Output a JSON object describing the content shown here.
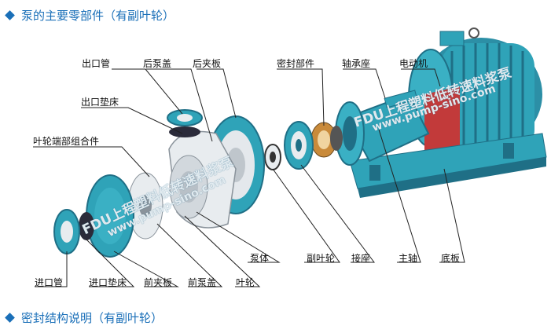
{
  "headings": {
    "parts_title": "泵的主要零部件（有副叶轮）",
    "seal_title": "密封结构说明（有副叶轮）"
  },
  "labels": {
    "outlet_pipe": "出口管",
    "rear_pump_cover": "后泵盖",
    "rear_clamp_plate": "后夹板",
    "seal_parts": "密封部件",
    "bearing_seat": "轴承座",
    "motor": "电动机",
    "outlet_gasket": "出口垫床",
    "impeller_end_assembly": "叶轮端部组合件",
    "pump_body": "泵体",
    "auxiliary_impeller": "副叶轮",
    "connector_seat": "接座",
    "main_shaft": "主轴",
    "base_plate": "底板",
    "inlet_pipe": "进口管",
    "inlet_gasket": "进口垫床",
    "front_clamp_plate": "前夹板",
    "front_pump_cover": "前泵盖",
    "impeller": "叶轮"
  },
  "watermarks": {
    "wm1": "FDU上程塑料低转速料浆泵",
    "wm2": "www.pump-sino.com",
    "wm3": "FDU上程塑料低转速料浆泵",
    "wm4": "www.pump-sino.com"
  },
  "colors": {
    "heading": "#1a6fb8",
    "part_teal": "#2fa3b8",
    "part_dark": "#1f6f86",
    "metal": "#d9dde2",
    "flange_red": "#c23a3a",
    "seal_gold": "#c98a3a",
    "leader": "#222222"
  }
}
